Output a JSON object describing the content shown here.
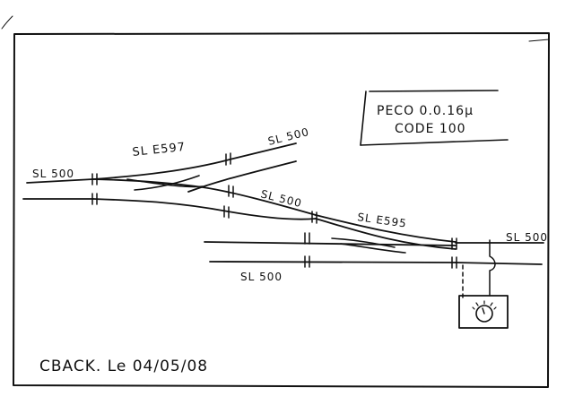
{
  "title_box": {
    "line1": "PECO 0.0.16µ",
    "line2": "CODE 100"
  },
  "track_labels": {
    "main_left": "SL 500",
    "turnout_left": "SL E597",
    "branch_upper": "SL 500",
    "middle": "SL 500",
    "turnout_right": "SL E595",
    "main_right": "SL 500",
    "bottom": "SL 500"
  },
  "signature": "CBACK. Le 04/05/08",
  "icons": {
    "control_box": "point-motor-dial-icon",
    "wire": "dashed-wire"
  },
  "colors": {
    "ink": "#111111",
    "paper": "#ffffff"
  }
}
